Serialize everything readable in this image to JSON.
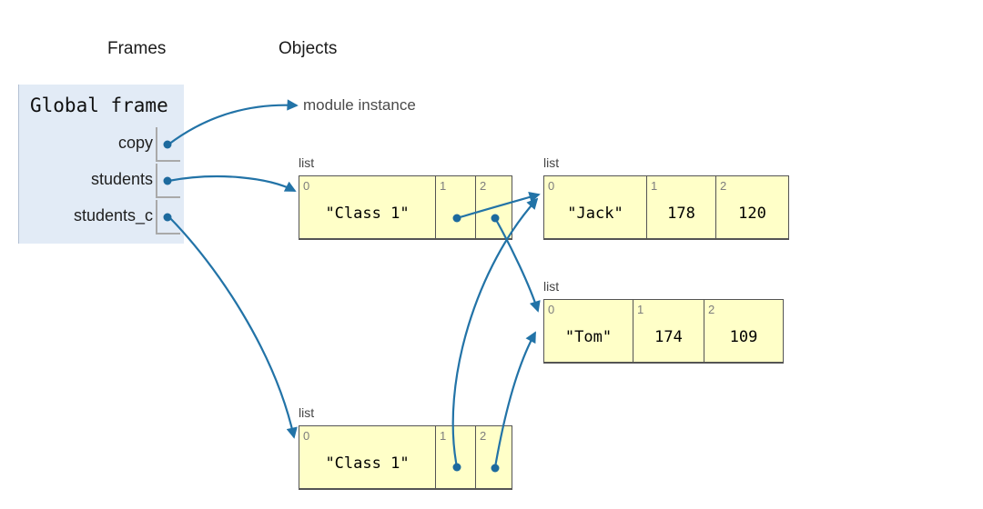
{
  "headers": {
    "frames": "Frames",
    "objects": "Objects"
  },
  "frame": {
    "title": "Global frame",
    "variables": [
      {
        "name": "copy",
        "points_to": "module_instance"
      },
      {
        "name": "students",
        "points_to": "list_students"
      },
      {
        "name": "students_c",
        "points_to": "list_students_c"
      }
    ]
  },
  "objects": {
    "module_instance": {
      "label": "module instance"
    },
    "list_students": {
      "type_label": "list",
      "cells": [
        {
          "index": "0",
          "value": "\"Class 1\""
        },
        {
          "index": "1",
          "value": "",
          "points_to": "list_jack"
        },
        {
          "index": "2",
          "value": "",
          "points_to": "list_tom"
        }
      ]
    },
    "list_jack": {
      "type_label": "list",
      "cells": [
        {
          "index": "0",
          "value": "\"Jack\""
        },
        {
          "index": "1",
          "value": "178"
        },
        {
          "index": "2",
          "value": "120"
        }
      ]
    },
    "list_tom": {
      "type_label": "list",
      "cells": [
        {
          "index": "0",
          "value": "\"Tom\""
        },
        {
          "index": "1",
          "value": "174"
        },
        {
          "index": "2",
          "value": "109"
        }
      ]
    },
    "list_students_c": {
      "type_label": "list",
      "cells": [
        {
          "index": "0",
          "value": "\"Class 1\""
        },
        {
          "index": "1",
          "value": "",
          "points_to": "list_jack"
        },
        {
          "index": "2",
          "value": "",
          "points_to": "list_tom"
        }
      ]
    }
  },
  "edges": [
    {
      "from": "copy",
      "to": "module_instance"
    },
    {
      "from": "students",
      "to": "list_students"
    },
    {
      "from": "students_c",
      "to": "list_students_c"
    },
    {
      "from": "list_students.1",
      "to": "list_jack"
    },
    {
      "from": "list_students.2",
      "to": "list_tom"
    },
    {
      "from": "list_students_c.1",
      "to": "list_jack"
    },
    {
      "from": "list_students_c.2",
      "to": "list_tom"
    }
  ],
  "colors": {
    "arrow": "#2273a7",
    "frame_bg": "#e2ebf6",
    "heap_bg": "#ffffc8",
    "heap_border": "#545454",
    "index_text": "#7d7d7d",
    "muted_text": "#4a4a4a"
  }
}
